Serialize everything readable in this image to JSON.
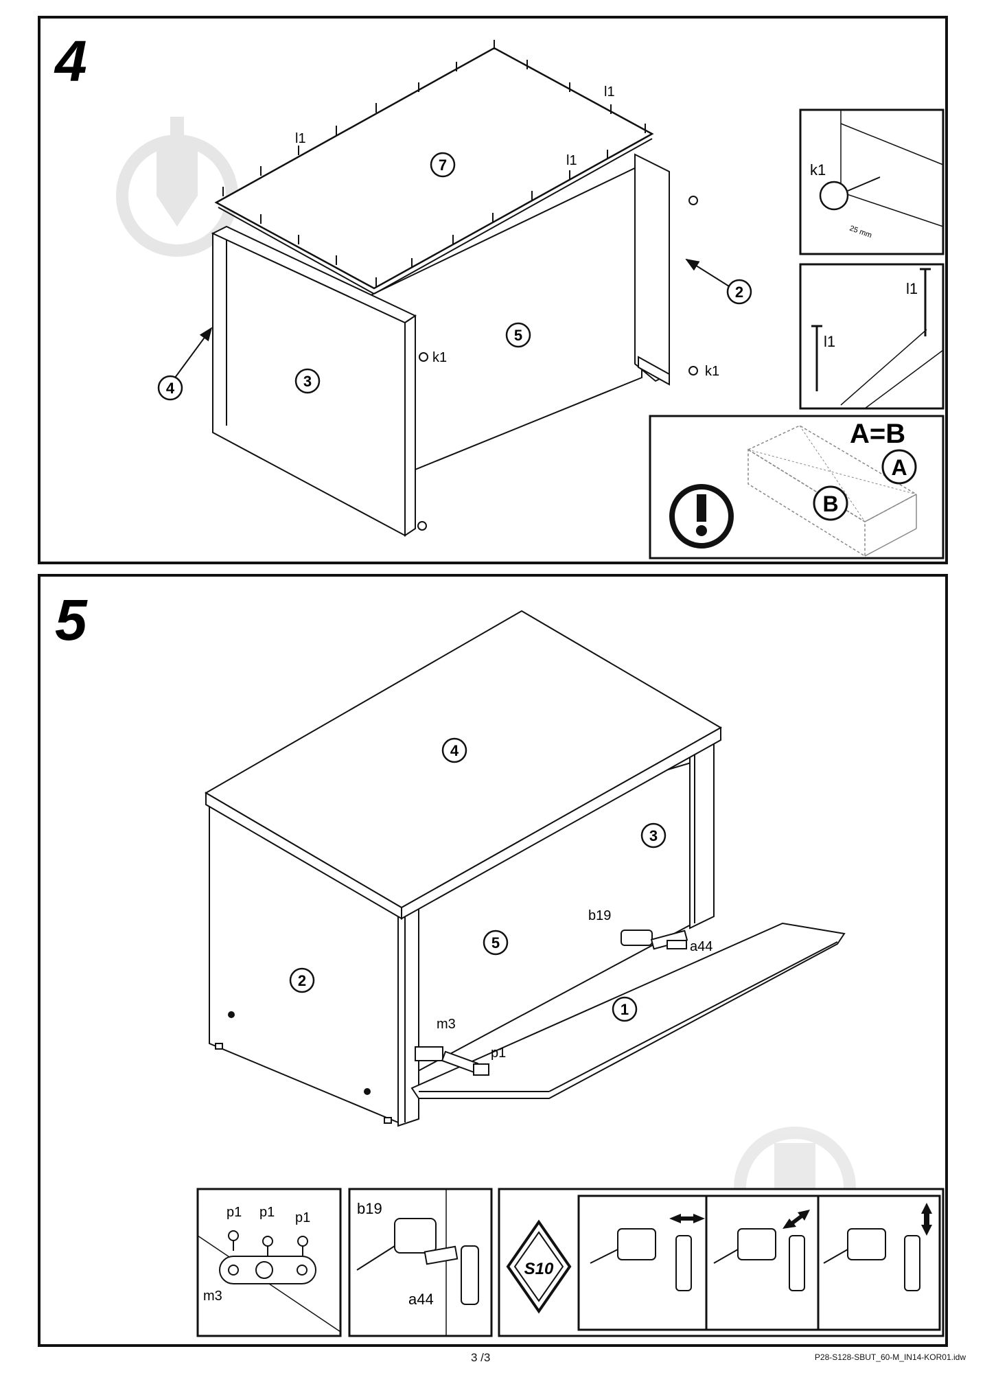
{
  "steps": {
    "step4": {
      "number": "4",
      "part_labels": {
        "top_panel": "7",
        "back_panel": "5",
        "side_left": "3",
        "side_right": "2",
        "pointer_left": "4"
      },
      "fastener_labels": {
        "nail_left": "l1",
        "nail_right_top": "l1",
        "nail_right_mid": "l1",
        "knob_front": "k1",
        "knob_right": "k1"
      },
      "insets": {
        "knob_detail": {
          "label": "k1",
          "dimension": "25 mm"
        },
        "nail_detail": {
          "label_a": "l1",
          "label_b": "l1"
        },
        "warning": {
          "formula": "A=B",
          "label_a": "A",
          "label_b": "B",
          "icon": "exclamation-icon"
        }
      }
    },
    "step5": {
      "number": "5",
      "part_labels": {
        "top": "4",
        "side_inner": "3",
        "back": "5",
        "side": "2",
        "door": "1"
      },
      "hardware_labels": {
        "hinge": "b19",
        "plate": "a44",
        "stay": "m3",
        "screw": "p1"
      },
      "insets": {
        "screw_detail": {
          "screw_a": "p1",
          "screw_b": "p1",
          "screw_c": "p1",
          "stay": "m3"
        },
        "hinge_detail": {
          "hinge": "b19",
          "plate": "a44"
        },
        "adjust_detail": {
          "tool": "S10"
        }
      }
    }
  },
  "footer": {
    "page": "3 /3",
    "doc_code": "P28-S128-SBUT_60-M_IN14-KOR01.idw"
  }
}
